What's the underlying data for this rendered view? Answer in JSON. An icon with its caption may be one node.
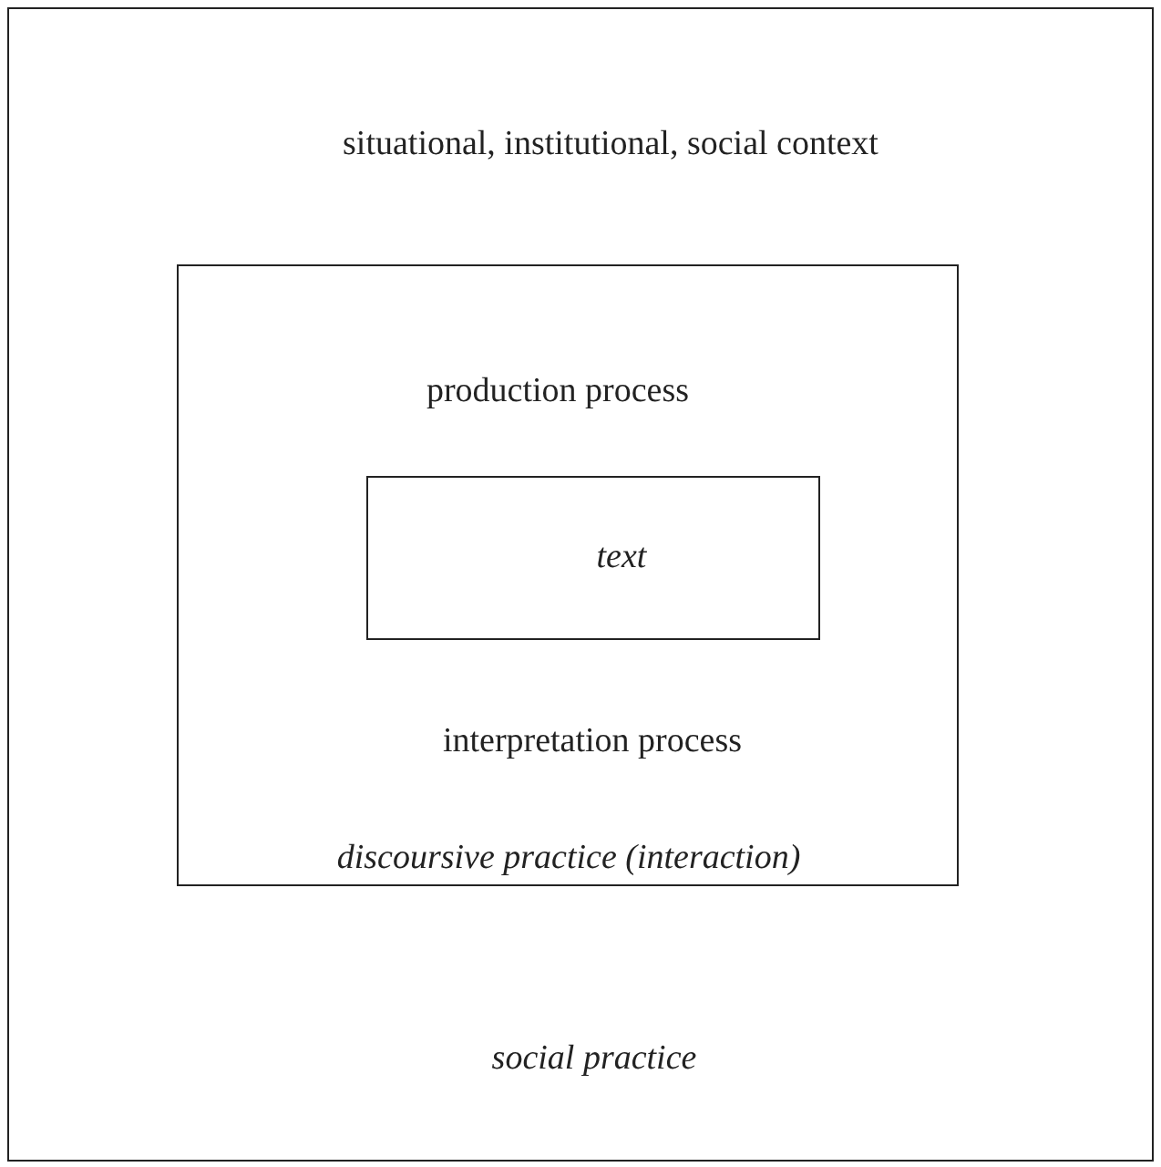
{
  "diagram": {
    "nodes": [
      {
        "text": [
          "situational, institutional, social context",
          "social practice"
        ]
      },
      {
        "text": [
          "production process",
          "interpretation process",
          "discoursive practice (interaction)"
        ],
        "in": 0
      },
      {
        "text": [
          "text"
        ],
        "in": 1
      }
    ]
  }
}
